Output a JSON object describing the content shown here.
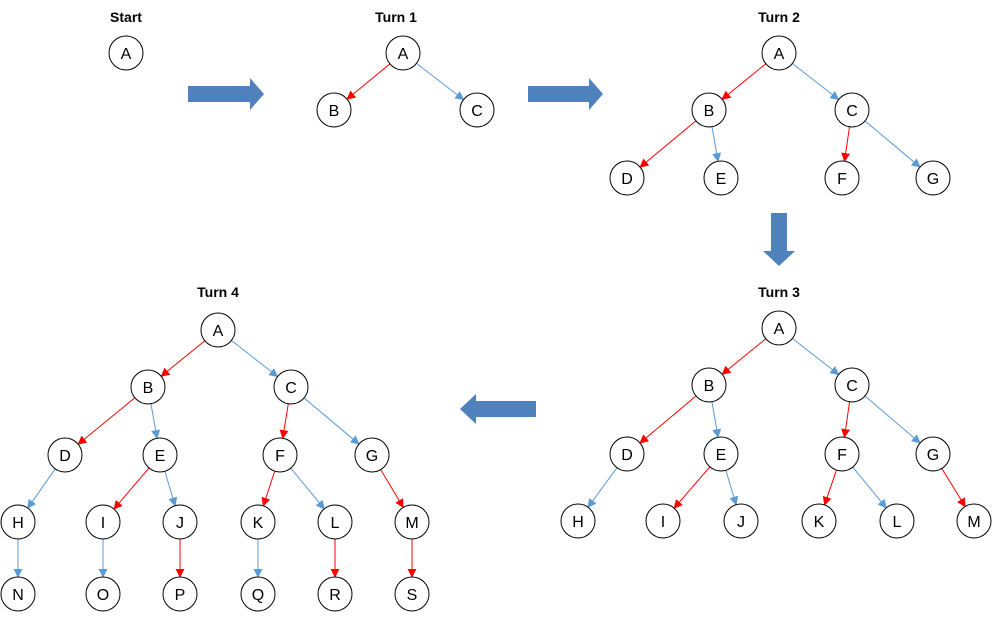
{
  "colors": {
    "red_edge": "#ff0000",
    "blue_edge": "#5b9bd5",
    "flow_arrow": "#4f81bd",
    "node_stroke": "#000000",
    "background": "#ffffff"
  },
  "stages": [
    {
      "id": "start",
      "title": "Start",
      "nodes": [
        "A"
      ],
      "edges": []
    },
    {
      "id": "turn1",
      "title": "Turn 1",
      "nodes": [
        "A",
        "B",
        "C"
      ],
      "edges": [
        {
          "from": "A",
          "to": "B",
          "color": "red"
        },
        {
          "from": "A",
          "to": "C",
          "color": "blue"
        }
      ]
    },
    {
      "id": "turn2",
      "title": "Turn 2",
      "nodes": [
        "A",
        "B",
        "C",
        "D",
        "E",
        "F",
        "G"
      ],
      "edges": [
        {
          "from": "A",
          "to": "B",
          "color": "red"
        },
        {
          "from": "A",
          "to": "C",
          "color": "blue"
        },
        {
          "from": "B",
          "to": "D",
          "color": "red"
        },
        {
          "from": "B",
          "to": "E",
          "color": "blue"
        },
        {
          "from": "C",
          "to": "F",
          "color": "red"
        },
        {
          "from": "C",
          "to": "G",
          "color": "blue"
        }
      ]
    },
    {
      "id": "turn3",
      "title": "Turn 3",
      "nodes": [
        "A",
        "B",
        "C",
        "D",
        "E",
        "F",
        "G",
        "H",
        "I",
        "J",
        "K",
        "L",
        "M"
      ],
      "edges": [
        {
          "from": "A",
          "to": "B",
          "color": "red"
        },
        {
          "from": "A",
          "to": "C",
          "color": "blue"
        },
        {
          "from": "B",
          "to": "D",
          "color": "red"
        },
        {
          "from": "B",
          "to": "E",
          "color": "blue"
        },
        {
          "from": "C",
          "to": "F",
          "color": "red"
        },
        {
          "from": "C",
          "to": "G",
          "color": "blue"
        },
        {
          "from": "D",
          "to": "H",
          "color": "blue"
        },
        {
          "from": "E",
          "to": "I",
          "color": "red"
        },
        {
          "from": "E",
          "to": "J",
          "color": "blue"
        },
        {
          "from": "F",
          "to": "K",
          "color": "red"
        },
        {
          "from": "F",
          "to": "L",
          "color": "blue"
        },
        {
          "from": "G",
          "to": "M",
          "color": "red"
        }
      ]
    },
    {
      "id": "turn4",
      "title": "Turn 4",
      "nodes": [
        "A",
        "B",
        "C",
        "D",
        "E",
        "F",
        "G",
        "H",
        "I",
        "J",
        "K",
        "L",
        "M",
        "N",
        "O",
        "P",
        "Q",
        "R",
        "S"
      ],
      "edges": [
        {
          "from": "A",
          "to": "B",
          "color": "red"
        },
        {
          "from": "A",
          "to": "C",
          "color": "blue"
        },
        {
          "from": "B",
          "to": "D",
          "color": "red"
        },
        {
          "from": "B",
          "to": "E",
          "color": "blue"
        },
        {
          "from": "C",
          "to": "F",
          "color": "red"
        },
        {
          "from": "C",
          "to": "G",
          "color": "blue"
        },
        {
          "from": "D",
          "to": "H",
          "color": "blue"
        },
        {
          "from": "E",
          "to": "I",
          "color": "red"
        },
        {
          "from": "E",
          "to": "J",
          "color": "blue"
        },
        {
          "from": "F",
          "to": "K",
          "color": "red"
        },
        {
          "from": "F",
          "to": "L",
          "color": "blue"
        },
        {
          "from": "G",
          "to": "M",
          "color": "red"
        },
        {
          "from": "H",
          "to": "N",
          "color": "blue"
        },
        {
          "from": "I",
          "to": "O",
          "color": "blue"
        },
        {
          "from": "J",
          "to": "P",
          "color": "red"
        },
        {
          "from": "K",
          "to": "Q",
          "color": "blue"
        },
        {
          "from": "L",
          "to": "R",
          "color": "red"
        },
        {
          "from": "M",
          "to": "S",
          "color": "red"
        }
      ]
    }
  ],
  "flow": [
    {
      "from": "start",
      "to": "turn1",
      "direction": "right"
    },
    {
      "from": "turn1",
      "to": "turn2",
      "direction": "right"
    },
    {
      "from": "turn2",
      "to": "turn3",
      "direction": "down"
    },
    {
      "from": "turn3",
      "to": "turn4",
      "direction": "left"
    }
  ]
}
